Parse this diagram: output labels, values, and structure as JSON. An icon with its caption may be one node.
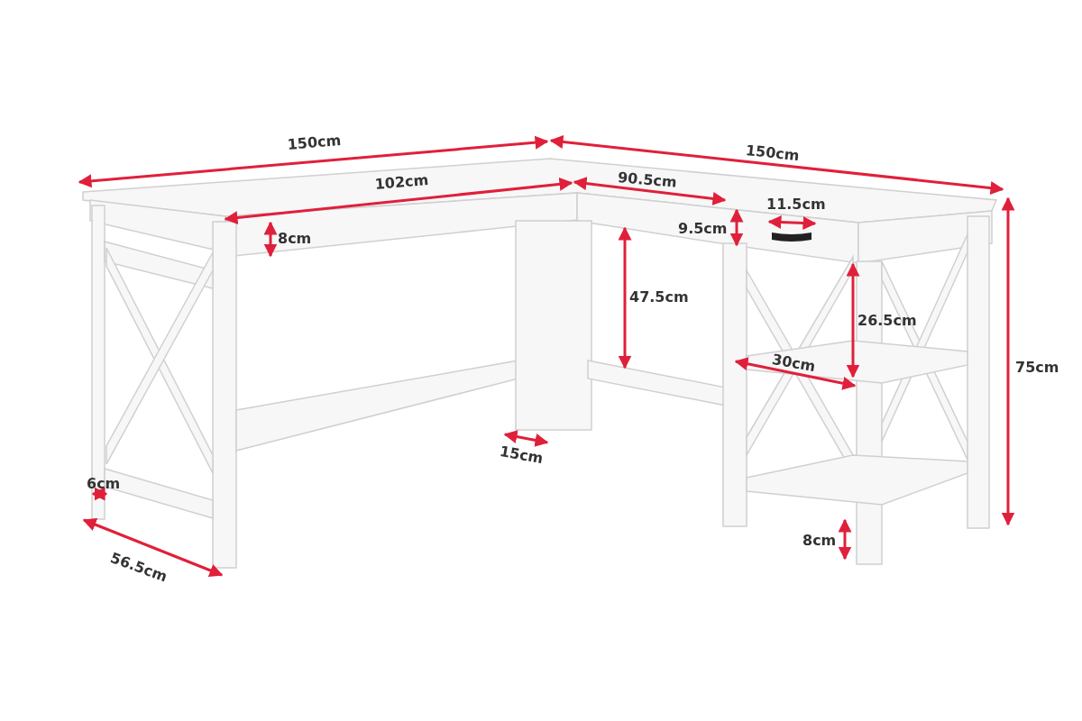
{
  "diagram": {
    "labels": [
      "150cm",
      "150cm",
      "102cm",
      "90.5cm",
      "11.5cm",
      "9.5cm",
      "8cm",
      "47.5cm",
      "26.5cm",
      "75cm",
      "30cm",
      "15cm",
      "6cm",
      "56.5cm",
      "8cm"
    ]
  }
}
